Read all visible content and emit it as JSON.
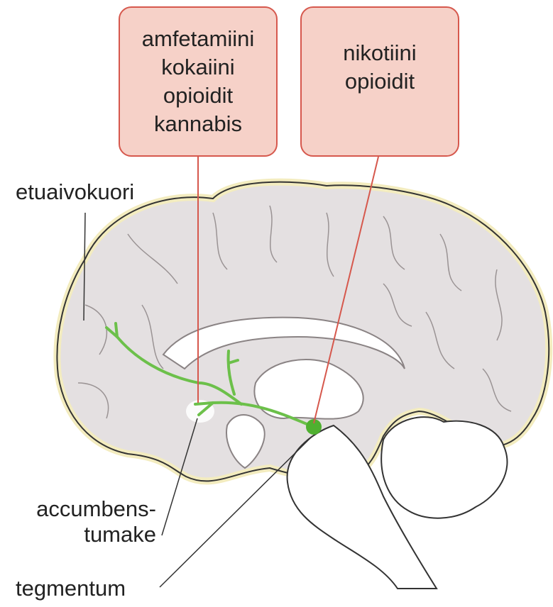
{
  "drug_boxes": [
    {
      "lines": [
        "amfetamiini",
        "kokaiini",
        "opioidit",
        "kannabis"
      ]
    },
    {
      "lines": [
        "nikotiini",
        "opioidit"
      ]
    }
  ],
  "labels": {
    "cortex": "etuaivokuori",
    "accumbens_line1": "accumbens-",
    "accumbens_line2": "tumake",
    "tegmentum": "tegmentum"
  },
  "colors": {
    "box_fill": "#f6d1c8",
    "box_border": "#d6584d",
    "brain_fill": "#e4e0e1",
    "brain_outline": "#f3ecbf",
    "pathway": "#6cc04a",
    "pointer_red": "#d6584d"
  }
}
